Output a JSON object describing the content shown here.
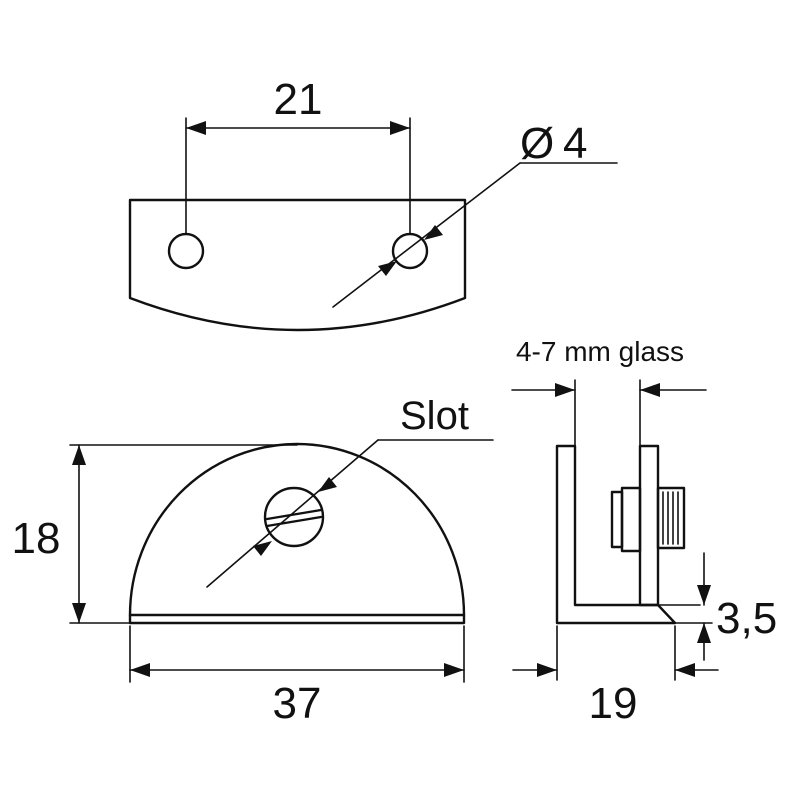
{
  "colors": {
    "line": "#111111",
    "background": "#ffffff"
  },
  "top_view": {
    "hole_spacing": "21",
    "hole_diameter_symbol": "Ø",
    "hole_diameter": "4"
  },
  "front_view": {
    "slot_label": "Slot",
    "height": "18",
    "width": "37"
  },
  "side_view": {
    "glass_label": "4-7 mm glass",
    "base_thickness": "3,5",
    "depth": "19"
  }
}
